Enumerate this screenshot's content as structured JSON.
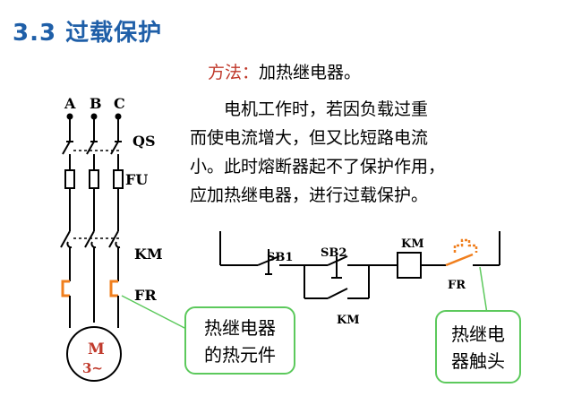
{
  "title": "3.3 过载保护",
  "method": {
    "label": "方法：",
    "text": "加热继电器。"
  },
  "description": [
    "电机工作时，若因负载过重",
    "而使电流增大，但又比短路电流",
    "小。此时熔断器起不了保护作用，",
    "应加热继电器，进行过载保护。"
  ],
  "main_circuit": {
    "phases": [
      "A",
      "B",
      "C"
    ],
    "switch_label": "QS",
    "fuse_label": "FU",
    "contactor_label": "KM",
    "relay_label": "FR",
    "motor_label": "M",
    "motor_phase": "3~"
  },
  "control_circuit": {
    "stop_button": "SB1",
    "start_button": "SB2",
    "coil_label": "KM",
    "hold_contact_label": "KM",
    "relay_contact_label": "FR"
  },
  "callouts": {
    "heating_element": [
      "热继电器",
      "的热元件"
    ],
    "relay_contact": [
      "热继电",
      "器触头"
    ]
  },
  "colors": {
    "title": "#1f5fa8",
    "method_label": "#c0392b",
    "heater": "#f07f1e",
    "callout_border": "#5cc95c",
    "motor_text": "#c0392b"
  }
}
